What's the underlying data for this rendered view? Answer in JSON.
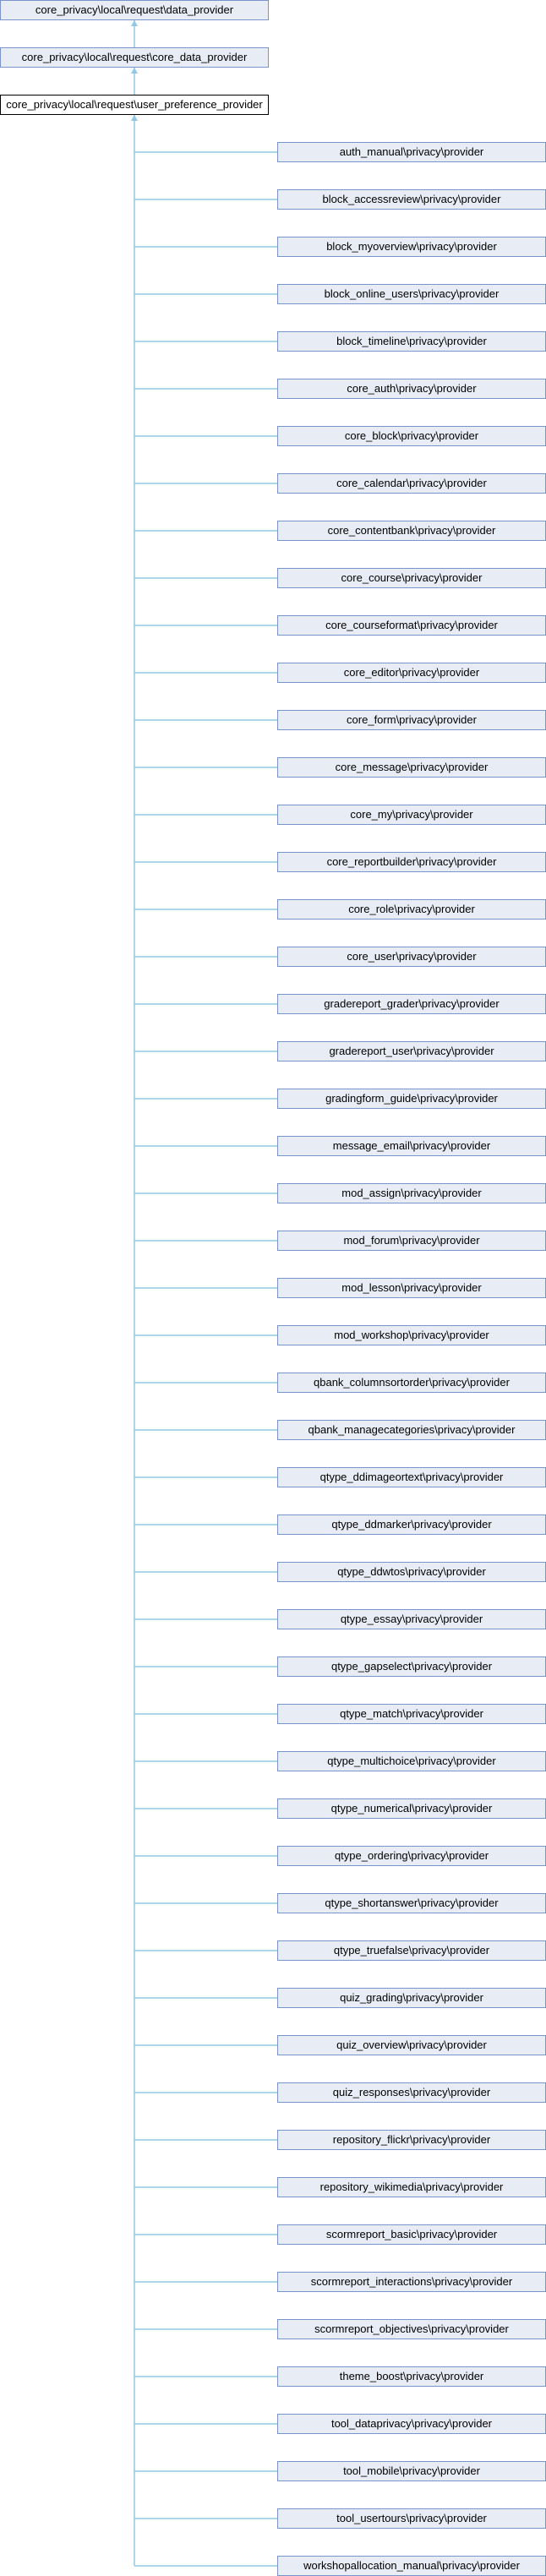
{
  "colors": {
    "edge": "#8fc8e8",
    "box_fill": "#e8ecf5",
    "box_border": "#7b93cc",
    "root_border": "#000000"
  },
  "ancestors": [
    "core_privacy\\local\\request\\data_provider",
    "core_privacy\\local\\request\\core_data_provider"
  ],
  "current": "core_privacy\\local\\request\\user_preference_provider",
  "children": [
    "auth_manual\\privacy\\provider",
    "block_accessreview\\privacy\\provider",
    "block_myoverview\\privacy\\provider",
    "block_online_users\\privacy\\provider",
    "block_timeline\\privacy\\provider",
    "core_auth\\privacy\\provider",
    "core_block\\privacy\\provider",
    "core_calendar\\privacy\\provider",
    "core_contentbank\\privacy\\provider",
    "core_course\\privacy\\provider",
    "core_courseformat\\privacy\\provider",
    "core_editor\\privacy\\provider",
    "core_form\\privacy\\provider",
    "core_message\\privacy\\provider",
    "core_my\\privacy\\provider",
    "core_reportbuilder\\privacy\\provider",
    "core_role\\privacy\\provider",
    "core_user\\privacy\\provider",
    "gradereport_grader\\privacy\\provider",
    "gradereport_user\\privacy\\provider",
    "gradingform_guide\\privacy\\provider",
    "message_email\\privacy\\provider",
    "mod_assign\\privacy\\provider",
    "mod_forum\\privacy\\provider",
    "mod_lesson\\privacy\\provider",
    "mod_workshop\\privacy\\provider",
    "qbank_columnsortorder\\privacy\\provider",
    "qbank_managecategories\\privacy\\provider",
    "qtype_ddimageortext\\privacy\\provider",
    "qtype_ddmarker\\privacy\\provider",
    "qtype_ddwtos\\privacy\\provider",
    "qtype_essay\\privacy\\provider",
    "qtype_gapselect\\privacy\\provider",
    "qtype_match\\privacy\\provider",
    "qtype_multichoice\\privacy\\provider",
    "qtype_numerical\\privacy\\provider",
    "qtype_ordering\\privacy\\provider",
    "qtype_shortanswer\\privacy\\provider",
    "qtype_truefalse\\privacy\\provider",
    "quiz_grading\\privacy\\provider",
    "quiz_overview\\privacy\\provider",
    "quiz_responses\\privacy\\provider",
    "repository_flickr\\privacy\\provider",
    "repository_wikimedia\\privacy\\provider",
    "scormreport_basic\\privacy\\provider",
    "scormreport_interactions\\privacy\\provider",
    "scormreport_objectives\\privacy\\provider",
    "theme_boost\\privacy\\provider",
    "tool_dataprivacy\\privacy\\provider",
    "tool_mobile\\privacy\\provider",
    "tool_usertours\\privacy\\provider",
    "workshopallocation_manual\\privacy\\provider"
  ]
}
